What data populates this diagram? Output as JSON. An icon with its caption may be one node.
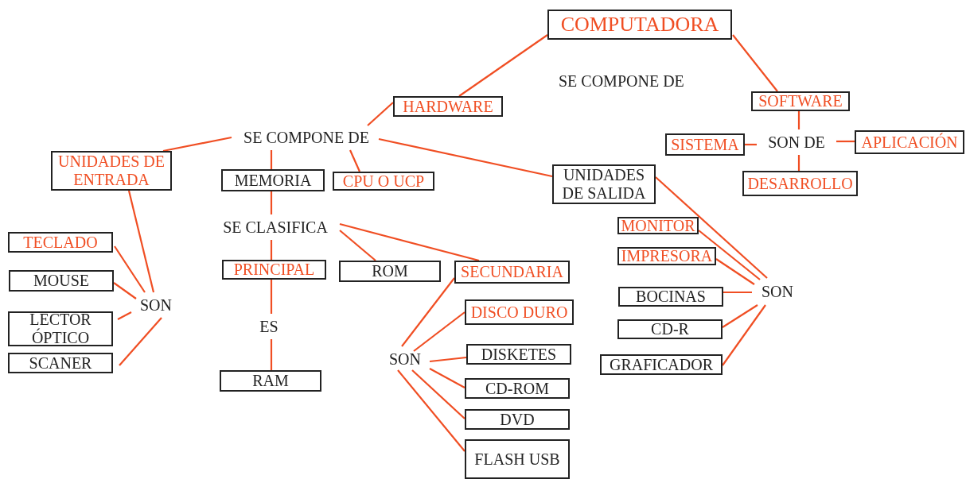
{
  "diagram": {
    "nodes": [
      {
        "text": [
          "COMPUTADORA"
        ]
      },
      {
        "text": [
          "HARDWARE"
        ]
      },
      {
        "text": [
          "SOFTWARE"
        ]
      },
      {
        "text": [
          "SE COMPONE DE"
        ]
      },
      {
        "text": [
          "UNIDADES DE ENTRADA"
        ]
      },
      {
        "text": [
          "MEMORIA"
        ]
      },
      {
        "text": [
          "CPU O UCP"
        ]
      },
      {
        "text": [
          "UNIDADES DE SALIDA"
        ]
      },
      {
        "text": [
          "SISTEMA"
        ]
      },
      {
        "text": [
          "SON DE"
        ]
      },
      {
        "text": [
          "APLICACIÓN"
        ]
      },
      {
        "text": [
          "DESARROLLO"
        ]
      },
      {
        "text": [
          "SE CLASIFICA"
        ]
      },
      {
        "text": [
          "PRINCIPAL"
        ]
      },
      {
        "text": [
          "ROM"
        ]
      },
      {
        "text": [
          "SECUNDARIA"
        ]
      },
      {
        "text": [
          "TECLADO"
        ]
      },
      {
        "text": [
          "MOUSE"
        ]
      },
      {
        "text": [
          "LECTOR ÓPTICO"
        ]
      },
      {
        "text": [
          "SCANER"
        ]
      },
      {
        "text": [
          "SON"
        ]
      },
      {
        "text": [
          "ES"
        ]
      },
      {
        "text": [
          "RAM"
        ]
      },
      {
        "text": [
          "DISCO DURO"
        ]
      },
      {
        "text": [
          "SON"
        ]
      },
      {
        "text": [
          "DISKETES"
        ]
      },
      {
        "text": [
          "CD-ROM"
        ]
      },
      {
        "text": [
          "DVD"
        ]
      },
      {
        "text": [
          "FLASH USB"
        ]
      },
      {
        "text": [
          "MONITOR"
        ]
      },
      {
        "text": [
          "IMPRESORA"
        ]
      },
      {
        "text": [
          "BOCINAS"
        ]
      },
      {
        "text": [
          "CD-R"
        ]
      },
      {
        "text": [
          "GRAFICADOR"
        ]
      },
      {
        "text": [
          "SON"
        ]
      }
    ],
    "edges": [
      {
        "from": 0,
        "to": 1,
        "arrow": "none"
      },
      {
        "from": 0,
        "to": 2,
        "arrow": "none"
      },
      {
        "from": 1,
        "to": 3,
        "arrow": "none"
      },
      {
        "from": 3,
        "to": 4,
        "arrow": "none"
      },
      {
        "from": 3,
        "to": 5,
        "arrow": "none"
      },
      {
        "from": 3,
        "to": 6,
        "arrow": "none"
      },
      {
        "from": 3,
        "to": 7,
        "arrow": "none"
      },
      {
        "from": 2,
        "to": 9,
        "arrow": "none"
      },
      {
        "from": 8,
        "to": 9,
        "arrow": "none"
      },
      {
        "from": 9,
        "to": 10,
        "arrow": "none"
      },
      {
        "from": 9,
        "to": 11,
        "arrow": "none"
      },
      {
        "from": 4,
        "to": 20,
        "arrow": "none"
      },
      {
        "from": 16,
        "to": 20,
        "arrow": "none"
      },
      {
        "from": 17,
        "to": 20,
        "arrow": "none"
      },
      {
        "from": 18,
        "to": 20,
        "arrow": "none"
      },
      {
        "from": 19,
        "to": 20,
        "arrow": "none"
      },
      {
        "from": 5,
        "to": 12,
        "arrow": "none"
      },
      {
        "from": 12,
        "to": 13,
        "arrow": "none"
      },
      {
        "from": 12,
        "to": 14,
        "arrow": "none"
      },
      {
        "from": 12,
        "to": 15,
        "arrow": "none"
      },
      {
        "from": 13,
        "to": 21,
        "arrow": "none"
      },
      {
        "from": 21,
        "to": 22,
        "arrow": "none"
      },
      {
        "from": 15,
        "to": 24,
        "arrow": "none"
      },
      {
        "from": 24,
        "to": 23,
        "arrow": "none"
      },
      {
        "from": 24,
        "to": 25,
        "arrow": "none"
      },
      {
        "from": 24,
        "to": 26,
        "arrow": "none"
      },
      {
        "from": 24,
        "to": 27,
        "arrow": "none"
      },
      {
        "from": 24,
        "to": 28,
        "arrow": "none"
      },
      {
        "from": 7,
        "to": 34,
        "arrow": "none"
      },
      {
        "from": 29,
        "to": 34,
        "arrow": "none"
      },
      {
        "from": 30,
        "to": 34,
        "arrow": "none"
      },
      {
        "from": 31,
        "to": 34,
        "arrow": "none"
      },
      {
        "from": 32,
        "to": 34,
        "arrow": "none"
      },
      {
        "from": 33,
        "to": 34,
        "arrow": "none"
      }
    ],
    "labels": [
      "SE COMPONE DE"
    ]
  }
}
